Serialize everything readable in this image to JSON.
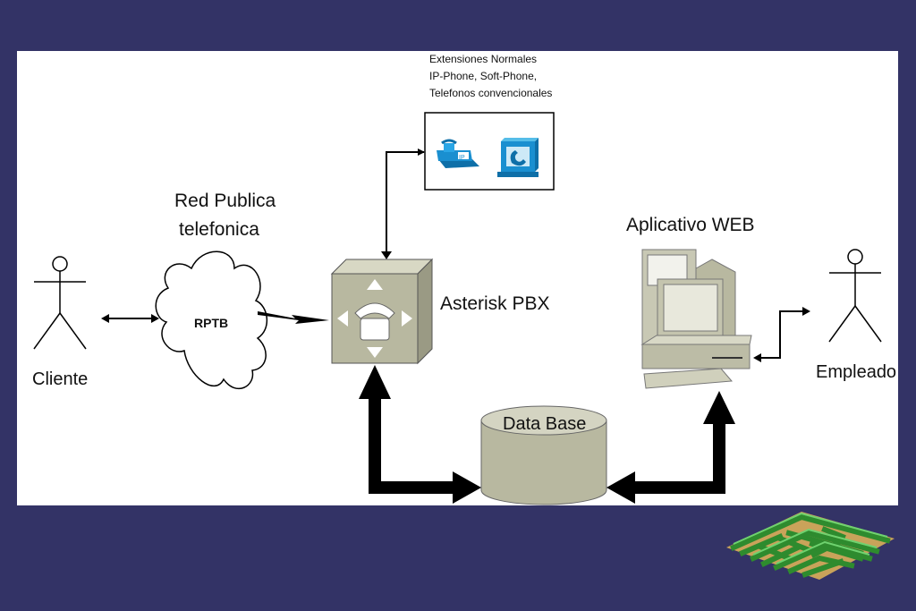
{
  "diagram": {
    "extensions_caption": [
      "Extensiones Normales",
      "IP-Phone, Soft-Phone,",
      "Telefonos convencionales"
    ],
    "network_label": [
      "Red Publica",
      "telefonica"
    ],
    "cloud_label": "RPTB",
    "pbx_label": "Asterisk PBX",
    "web_app_label": "Aplicativo WEB",
    "database_label": "Data Base",
    "client_label": "Cliente",
    "employee_label": "Empleado",
    "phone_badge": "IP"
  },
  "colors": {
    "background": "#333366",
    "panel": "#ffffff",
    "device_gray": "#b8b8a0",
    "phone_blue": "#1a8fd0",
    "maze_green": "#2e8b2e"
  }
}
